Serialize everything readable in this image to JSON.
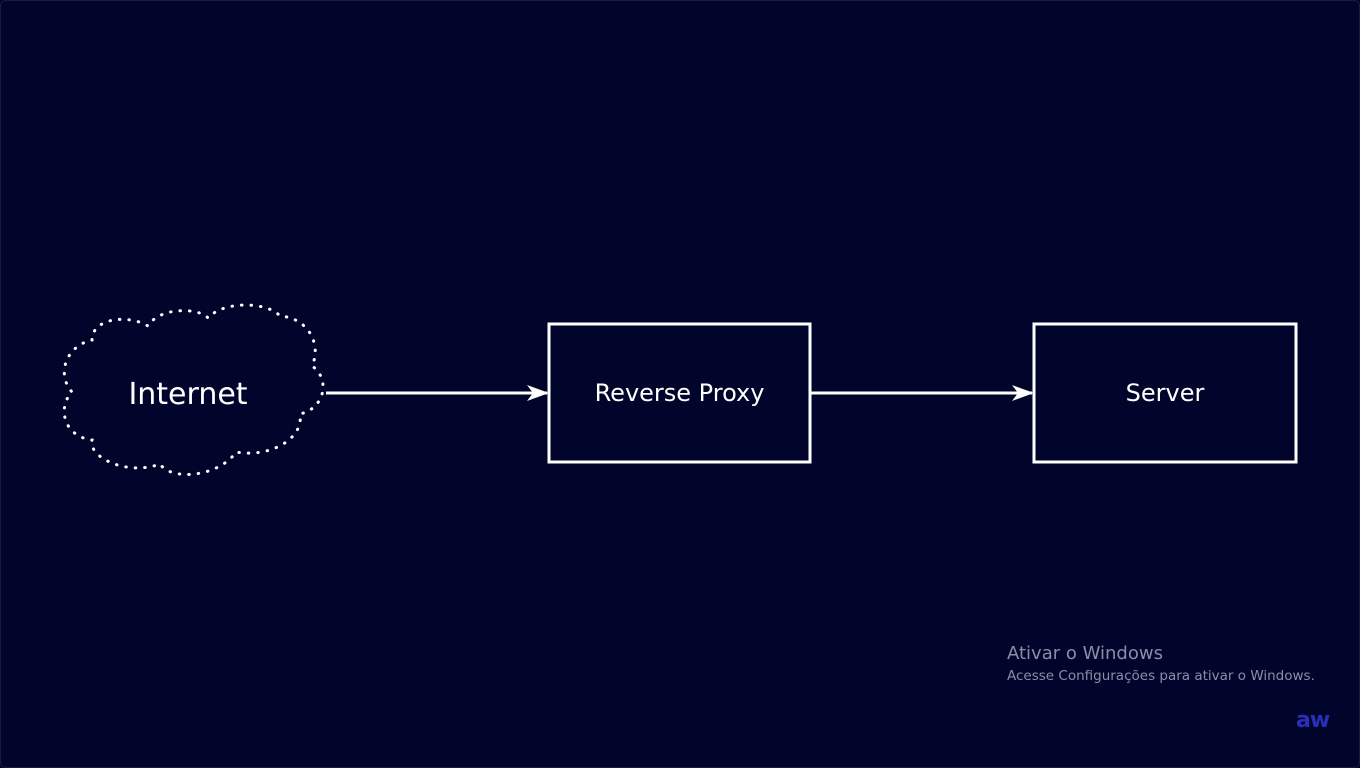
{
  "diagram": {
    "nodes": [
      {
        "id": "internet",
        "label": "Internet",
        "shape": "cloud-dotted"
      },
      {
        "id": "reverse_proxy",
        "label": "Reverse Proxy",
        "shape": "rectangle"
      },
      {
        "id": "server",
        "label": "Server",
        "shape": "rectangle"
      }
    ],
    "edges": [
      {
        "from": "internet",
        "to": "reverse_proxy"
      },
      {
        "from": "reverse_proxy",
        "to": "server"
      }
    ]
  },
  "watermark": {
    "title": "Ativar o Windows",
    "subtitle": "Acesse Configurações para ativar o Windows."
  },
  "logo": {
    "text": "aw"
  },
  "colors": {
    "background": "#02052b",
    "stroke": "#ffffff",
    "watermark": "#8a8ea8",
    "logo": "#2a2fb8"
  }
}
